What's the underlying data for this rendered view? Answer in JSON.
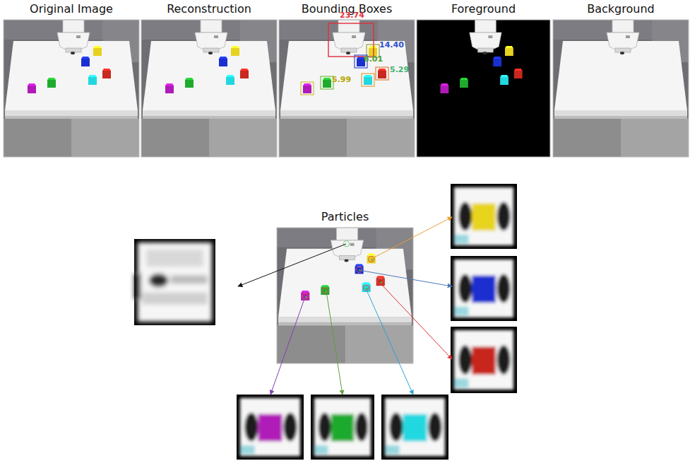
{
  "diagram": {
    "nodes": [
      {
        "text": [
          "Original Image"
        ]
      },
      {
        "text": [
          "Reconstruction"
        ]
      },
      {
        "text": [
          "Bounding Boxes"
        ]
      },
      {
        "text": [
          "Foreground"
        ]
      },
      {
        "text": [
          "Background"
        ]
      },
      {
        "text": [
          "Particles"
        ]
      }
    ],
    "labels": [
      "23.74",
      "14.40",
      "6.01",
      "5.29",
      "5.99"
    ]
  }
}
